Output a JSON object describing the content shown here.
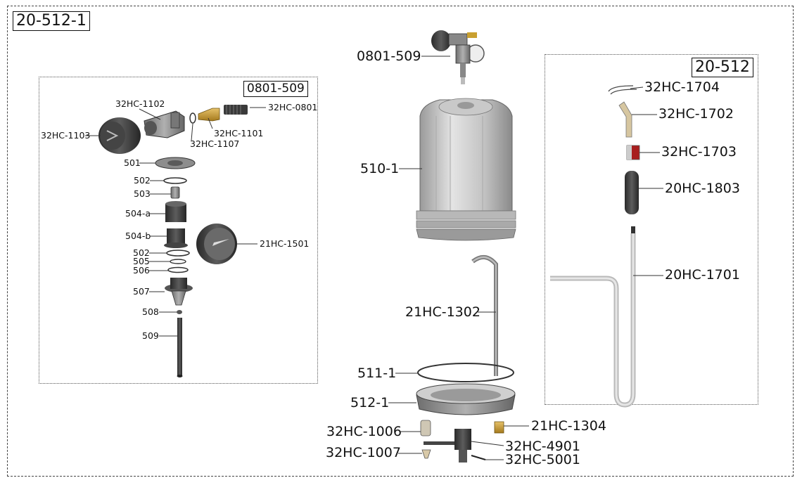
{
  "colors": {
    "part_dark": "#3a3a3a",
    "part_gray": "#8c8c8c",
    "part_light": "#cfcfcf",
    "brass": "#c9a030",
    "red": "#a81e1e",
    "tube": "#d8d8d8",
    "leader": "#333333",
    "frame": "#444444"
  },
  "diagram": {
    "main_label": "20-512-1",
    "detail_left": {
      "label": "0801-509",
      "parts": {
        "p32hc1102": "32HC-1102",
        "p32hc0801": "32HC-0801",
        "p32hc1103": "32HC-1103",
        "p32hc1101": "32HC-1101",
        "p32hc1107": "32HC-1107",
        "p501": "501",
        "p502a": "502",
        "p503": "503",
        "p504a": "504-a",
        "p504b": "504-b",
        "p21hc1501": "21HC-1501",
        "p502b": "502",
        "p505": "505",
        "p506": "506",
        "p507": "507",
        "p508": "508",
        "p509": "509"
      }
    },
    "center": {
      "parts": {
        "p0801509": "0801-509",
        "p5101": "510-1",
        "p21hc1302": "21HC-1302",
        "p5111": "511-1",
        "p5121": "512-1",
        "p32hc1006": "32HC-1006",
        "p21hc1304": "21HC-1304",
        "p32hc1007": "32HC-1007",
        "p32hc4901": "32HC-4901",
        "p32hc5001": "32HC-5001"
      }
    },
    "detail_right": {
      "label": "20-512",
      "parts": {
        "p32hc1704": "32HC-1704",
        "p32hc1702": "32HC-1702",
        "p32hc1703": "32HC-1703",
        "p20hc1803": "20HC-1803",
        "p20hc1701": "20HC-1701"
      }
    }
  }
}
